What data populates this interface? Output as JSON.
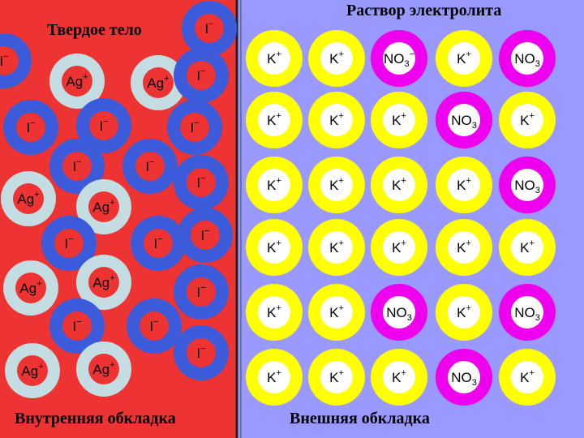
{
  "titles": {
    "solid": "Твердое тело",
    "solution": "Раствор электролита",
    "inner_plate": "Внутренняя обкладка",
    "outer_plate": "Внешняя обкладка"
  },
  "colors": {
    "solid_bg": "#ee3333",
    "solution_bg": "#9999ff",
    "iodide_ring": "#3b5bdb",
    "iodide_core": "#ee3333",
    "silver_ring": "#c4dde3",
    "silver_core": "#ee3333",
    "potassium_ring": "#ffff00",
    "potassium_core": "#ffffff",
    "nitrate_ring": "#ee00ee",
    "nitrate_core": "#ffffff"
  },
  "ion_labels": {
    "I": {
      "base": "I",
      "sup": "−",
      "sub": ""
    },
    "Ag": {
      "base": "Ag",
      "sup": "+",
      "sub": ""
    },
    "K": {
      "base": "K",
      "sup": "+",
      "sub": ""
    },
    "NO3": {
      "base": "NO",
      "sup": "",
      "sub": "3"
    },
    "NO3m": {
      "base": "NO",
      "sup": "−",
      "sub": "3"
    }
  },
  "solid_ions": [
    "I",
    "I",
    "Ag",
    "Ag",
    "I",
    "I",
    "I",
    "I",
    "Ag",
    "Ag",
    "I",
    "I",
    "Ag",
    "Ag",
    "I",
    "I",
    "Ag",
    "Ag",
    "I",
    "I",
    "I"
  ],
  "boundary_ions": [
    "I",
    "I",
    "I",
    "I",
    "I",
    "I",
    "I"
  ],
  "solution_rows": [
    [
      "K",
      "K",
      "NO3m",
      "K",
      "NO3"
    ],
    [
      "K",
      "K",
      "K",
      "NO3",
      "K"
    ],
    [
      "K",
      "K",
      "K",
      "K",
      "NO3"
    ],
    [
      "K",
      "K",
      "K",
      "K",
      "K"
    ],
    [
      "K",
      "K",
      "NO3",
      "K",
      "NO3"
    ],
    [
      "K",
      "K",
      "K",
      "NO3",
      "K"
    ]
  ]
}
